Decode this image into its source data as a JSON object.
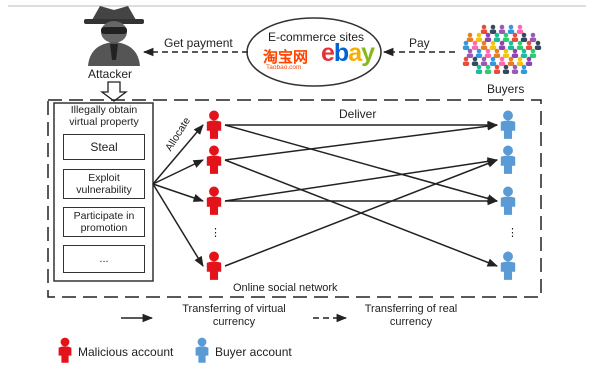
{
  "title_ecommerce": "E-commerce sites",
  "logos": {
    "taobao_cn": "淘宝网",
    "taobao_en": "Taobao.com",
    "ebay": "ebay"
  },
  "edges": {
    "get_payment": "Get payment",
    "pay": "Pay",
    "deliver": "Deliver",
    "allocate": "Allocate"
  },
  "actors": {
    "attacker": "Attacker",
    "buyers": "Buyers"
  },
  "panel": {
    "title_line1": "Illegally obtain",
    "title_line2": "virtual property",
    "items": [
      "Steal",
      "Exploit vulnerability",
      "Participate in promotion",
      "..."
    ]
  },
  "network_label": "Online social network",
  "ellipsis": "⋮",
  "legend": {
    "virtual_line1": "Transferring of virtual",
    "virtual_line2": "currency",
    "real_line1": "Transferring of real",
    "real_line2": "currency",
    "malicious": "Malicious account",
    "buyer": "Buyer account"
  },
  "colors": {
    "malicious": "#e3131b",
    "buyer": "#5b9bd5",
    "line": "#222222"
  }
}
